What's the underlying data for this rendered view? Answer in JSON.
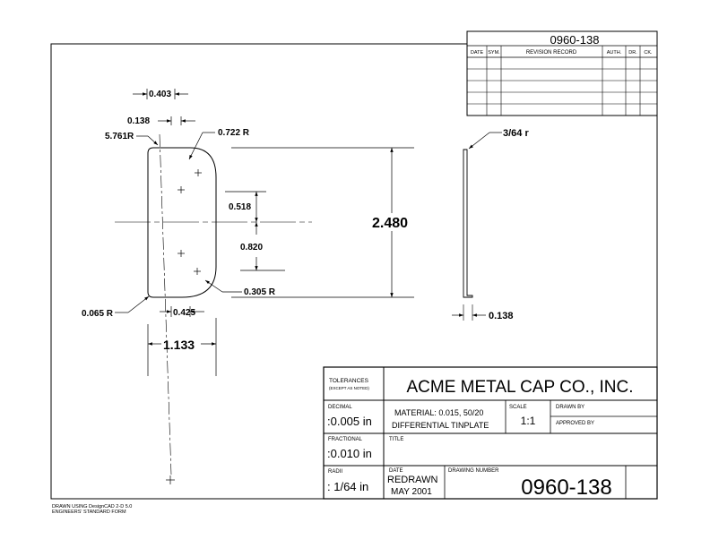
{
  "drawing_number_top": "0960-138",
  "revision_table": {
    "headers": [
      "DATE",
      "SYM.",
      "REVISION RECORD",
      "AUTH.",
      "DR.",
      "CK."
    ]
  },
  "dimensions": {
    "d_0403": "0.403",
    "d_0138_left": "0.138",
    "d_5761": "5.761R",
    "d_0722": "0.722 R",
    "d_0518": "0.518",
    "d_0820": "0.820",
    "d_2480": "2.480",
    "d_0305": "0.305 R",
    "d_0065": "0.065 R",
    "d_0425": "0.425",
    "d_1133": "1.133",
    "d_364": "3/64 r",
    "d_0138_right": "0.138"
  },
  "title_block": {
    "tolerances_label": "TOLERANCES",
    "tolerances_sub": "(EXCEPT AS NOTED)",
    "company": "ACME METAL CAP CO., INC.",
    "decimal_label": "DECIMAL",
    "decimal_value": ":0.005 in",
    "material_line1": "MATERIAL: 0.015, 50/20",
    "material_line2": "DIFFERENTIAL TINPLATE",
    "scale_label": "SCALE",
    "scale_value": "1:1",
    "drawn_by_label": "DRAWN BY",
    "approved_by_label": "APPROVED BY",
    "fractional_label": "FRACTIONAL",
    "fractional_value": ":0.010 in",
    "title_label": "TITLE",
    "radii_label": "RADII",
    "radii_value": ": 1/64 in",
    "date_label": "DATE",
    "date_line1": "REDRAWN",
    "date_line2": "MAY 2001",
    "drawing_number_label": "DRAWING NUMBER",
    "drawing_number": "0960-138"
  },
  "footer": {
    "line1": "DRAWN USING DesignCAD 2-D 5.0",
    "line2": "ENGINEERS' STANDARD FORM"
  }
}
